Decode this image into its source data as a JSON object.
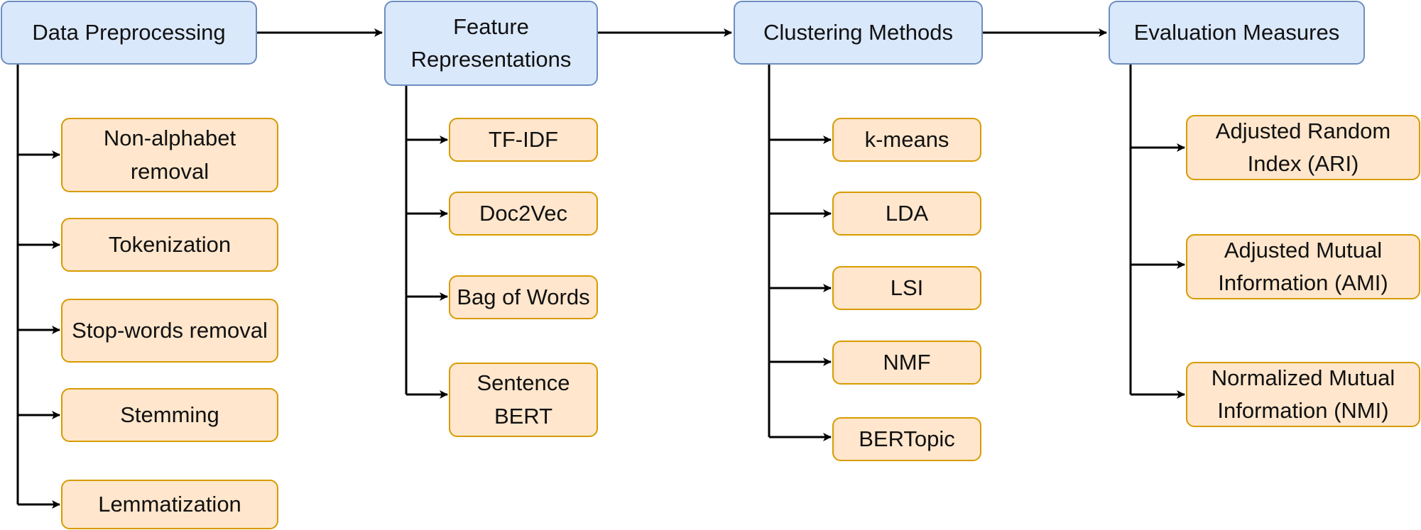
{
  "stages": [
    {
      "id": "data-preprocessing",
      "label": "Data Preprocessing",
      "items": [
        "Non-alphabet removal",
        "Tokenization",
        "Stop-words removal",
        "Stemming",
        "Lemmatization"
      ]
    },
    {
      "id": "feature-representations",
      "label": "Feature Representations",
      "items": [
        "TF-IDF",
        "Doc2Vec",
        "Bag of Words",
        "Sentence BERT"
      ]
    },
    {
      "id": "clustering-methods",
      "label": "Clustering Methods",
      "items": [
        "k-means",
        "LDA",
        "LSI",
        "NMF",
        "BERTopic"
      ]
    },
    {
      "id": "evaluation-measures",
      "label": "Evaluation Measures",
      "items": [
        "Adjusted Random Index (ARI)",
        "Adjusted Mutual Information (AMI)",
        "Normalized Mutual Information (NMI)"
      ]
    }
  ],
  "colors": {
    "stage_fill": "#dae8fc",
    "stage_border": "#6c8ebf",
    "item_fill": "#ffe6cc",
    "item_border": "#d79b00",
    "connector": "#000000"
  }
}
